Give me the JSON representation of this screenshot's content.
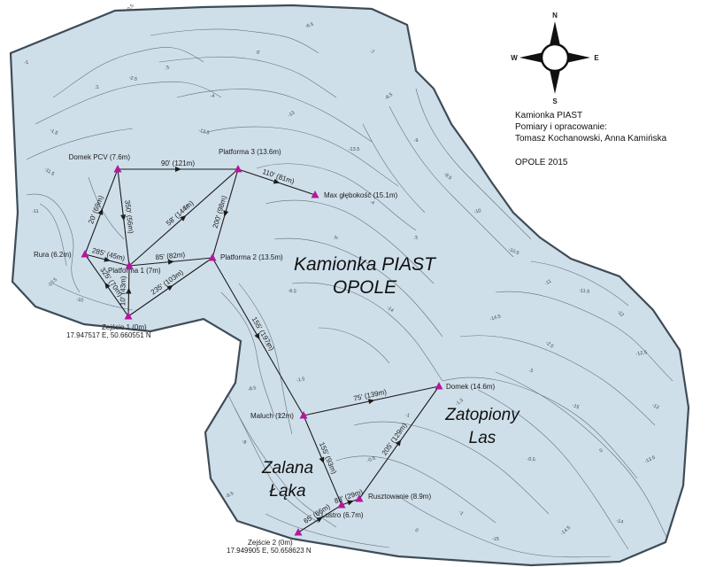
{
  "colors": {
    "water": "#cfdfea",
    "contour": "#4e5d69",
    "route": "#1c1c1c",
    "station": "#b3189b",
    "text": "#111111"
  },
  "compass": {
    "north": "N",
    "south": "S",
    "east": "E",
    "west": "W"
  },
  "info": {
    "line1": "Kamionka PIAST",
    "line2": "Pomiary i opracowanie:",
    "line3": "Tomasz Kochanowski, Anna Kamińska",
    "line4": "OPOLE 2015"
  },
  "areas": {
    "lake_line1": "Kamionka PIAST",
    "lake_line2": "OPOLE",
    "forest_line1": "Zatopiony",
    "forest_line2": "Las",
    "meadow_line1": "Zalana",
    "meadow_line2": "Łąka"
  },
  "stations": [
    {
      "id": "domek-pcv",
      "label": "Domek PCV (7.6m)"
    },
    {
      "id": "platforma-3",
      "label": "Platforma 3 (13.6m)"
    },
    {
      "id": "max",
      "label": "Max głębokość (15.1m)"
    },
    {
      "id": "rura",
      "label": "Rura (6.2m)"
    },
    {
      "id": "platforma-1",
      "label": "Platforma 1 (7m)"
    },
    {
      "id": "platforma-2",
      "label": "Platforma 2 (13.5m)"
    },
    {
      "id": "zejscie-1",
      "label": "Zejście 1 (0m)",
      "coords": "17.947517 E, 50.660551 N"
    },
    {
      "id": "maluch",
      "label": "Maluch (12m)"
    },
    {
      "id": "domek",
      "label": "Domek (14.6m)"
    },
    {
      "id": "rusztowanie",
      "label": "Rusztowanie (8.9m)"
    },
    {
      "id": "lustro",
      "label": "Lustro (6.7m)"
    },
    {
      "id": "zejscie-2",
      "label": "Zejście 2 (0m)",
      "coords": "17.949905 E, 50.658623 N"
    }
  ],
  "routes": [
    {
      "from": "domek-pcv",
      "to": "platforma-3",
      "label": "90' (121m)"
    },
    {
      "from": "platforma-3",
      "to": "max",
      "label": "110' (81m)"
    },
    {
      "from": "rura",
      "to": "domek-pcv",
      "label": "20' (69m)"
    },
    {
      "from": "domek-pcv",
      "to": "platforma-1",
      "label": "350' (56m)"
    },
    {
      "from": "platforma-1",
      "to": "platforma-3",
      "label": "58' (144m)"
    },
    {
      "from": "platforma-3",
      "to": "platforma-2",
      "label": "200' (98m)"
    },
    {
      "from": "rura",
      "to": "platforma-1",
      "label": "285' (45m)"
    },
    {
      "from": "platforma-1",
      "to": "platforma-2",
      "label": "85' (82m)"
    },
    {
      "from": "zejscie-1",
      "to": "platforma-2",
      "label": "235' (103m)"
    },
    {
      "from": "zejscie-1",
      "to": "rura",
      "label": "325' (70m)"
    },
    {
      "from": "zejscie-1",
      "to": "platforma-1",
      "label": "10' (43m)"
    },
    {
      "from": "platforma-2",
      "to": "maluch",
      "label": "155' (197m)"
    },
    {
      "from": "maluch",
      "to": "domek",
      "label": "75' (139m)"
    },
    {
      "from": "maluch",
      "to": "lustro",
      "label": "155' (93m)"
    },
    {
      "from": "lustro",
      "to": "rusztowanie",
      "label": "83' (29m)"
    },
    {
      "from": "rusztowanie",
      "to": "domek",
      "label": "205' (129m)"
    },
    {
      "from": "zejscie-2",
      "to": "lustro",
      "label": "65' (66m)"
    }
  ],
  "depth_labels": [
    "-0.5",
    "-1",
    "-1.5",
    "-2",
    "-2.5",
    "-3",
    "-4",
    "-5",
    "-6.5",
    "-7",
    "-8.5",
    "-9",
    "-9.5",
    "-10",
    "-10.5",
    "-11",
    "-11.5",
    "-12",
    "-12.5",
    "-13",
    "-13.5",
    "-14",
    "-14.5",
    "-15",
    "0"
  ]
}
